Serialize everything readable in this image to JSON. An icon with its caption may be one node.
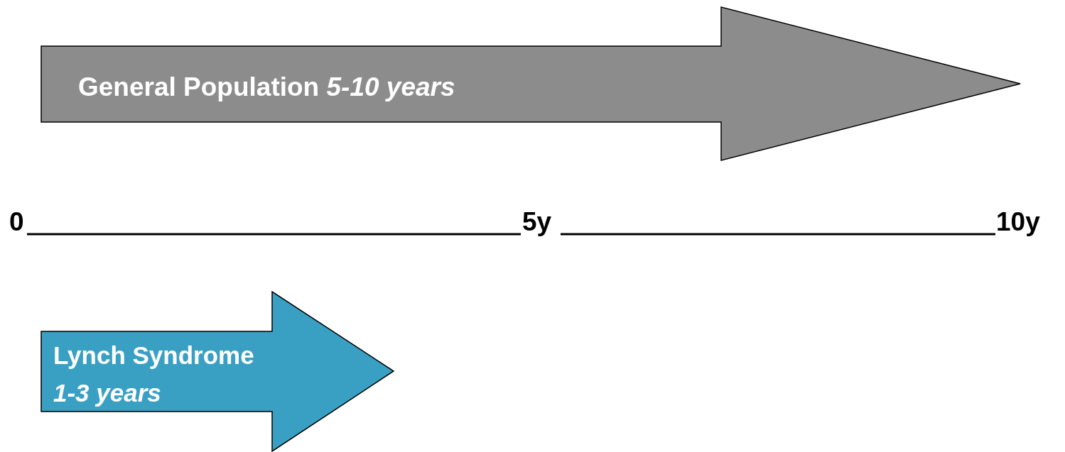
{
  "diagram": {
    "nodes": [
      {
        "text": [
          "General Population *5-10 years*"
        ]
      },
      {
        "text": [
          "Lynch Syndrome *1-3 years*"
        ]
      }
    ],
    "labels": [
      "0",
      "5y",
      "10y"
    ]
  }
}
